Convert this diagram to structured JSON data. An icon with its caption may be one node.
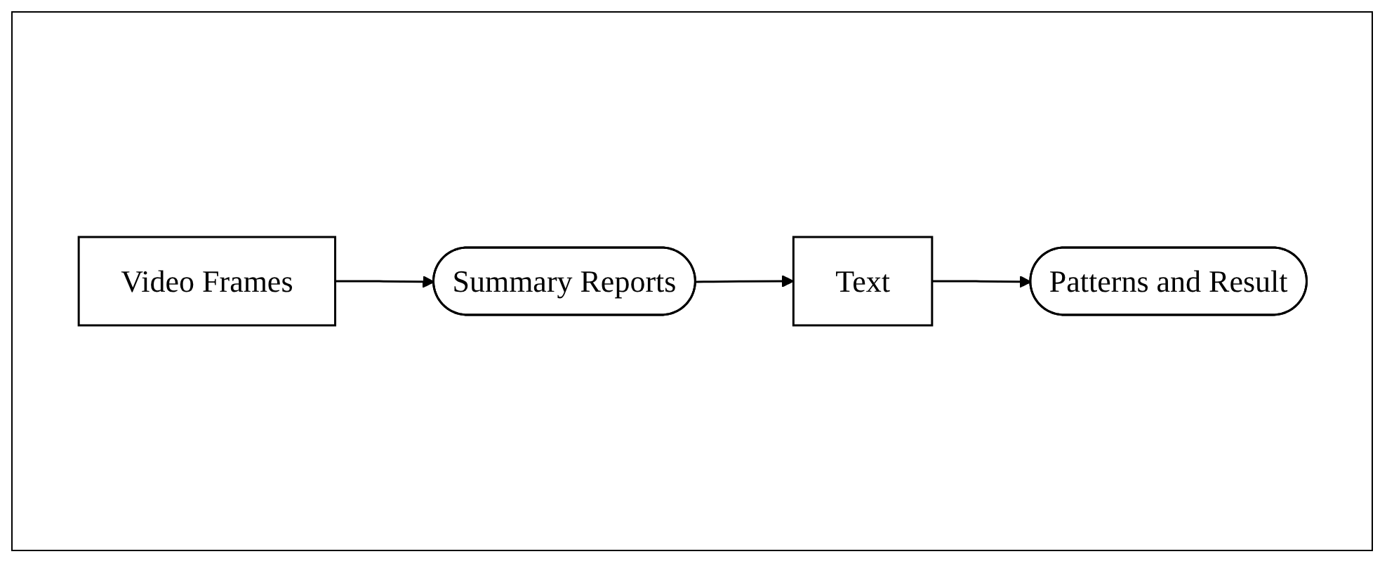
{
  "diagram": {
    "nodes": [
      {
        "text": [
          "Video Frames"
        ]
      },
      {
        "text": [
          "Summary Reports"
        ]
      },
      {
        "text": [
          "Text"
        ]
      },
      {
        "text": [
          "Patterns and Result"
        ]
      }
    ],
    "edges": [
      {
        "from": 0,
        "to": 1,
        "arrow": "to"
      },
      {
        "from": 1,
        "to": 2,
        "arrow": "to"
      },
      {
        "from": 2,
        "to": 3,
        "arrow": "to"
      }
    ]
  }
}
